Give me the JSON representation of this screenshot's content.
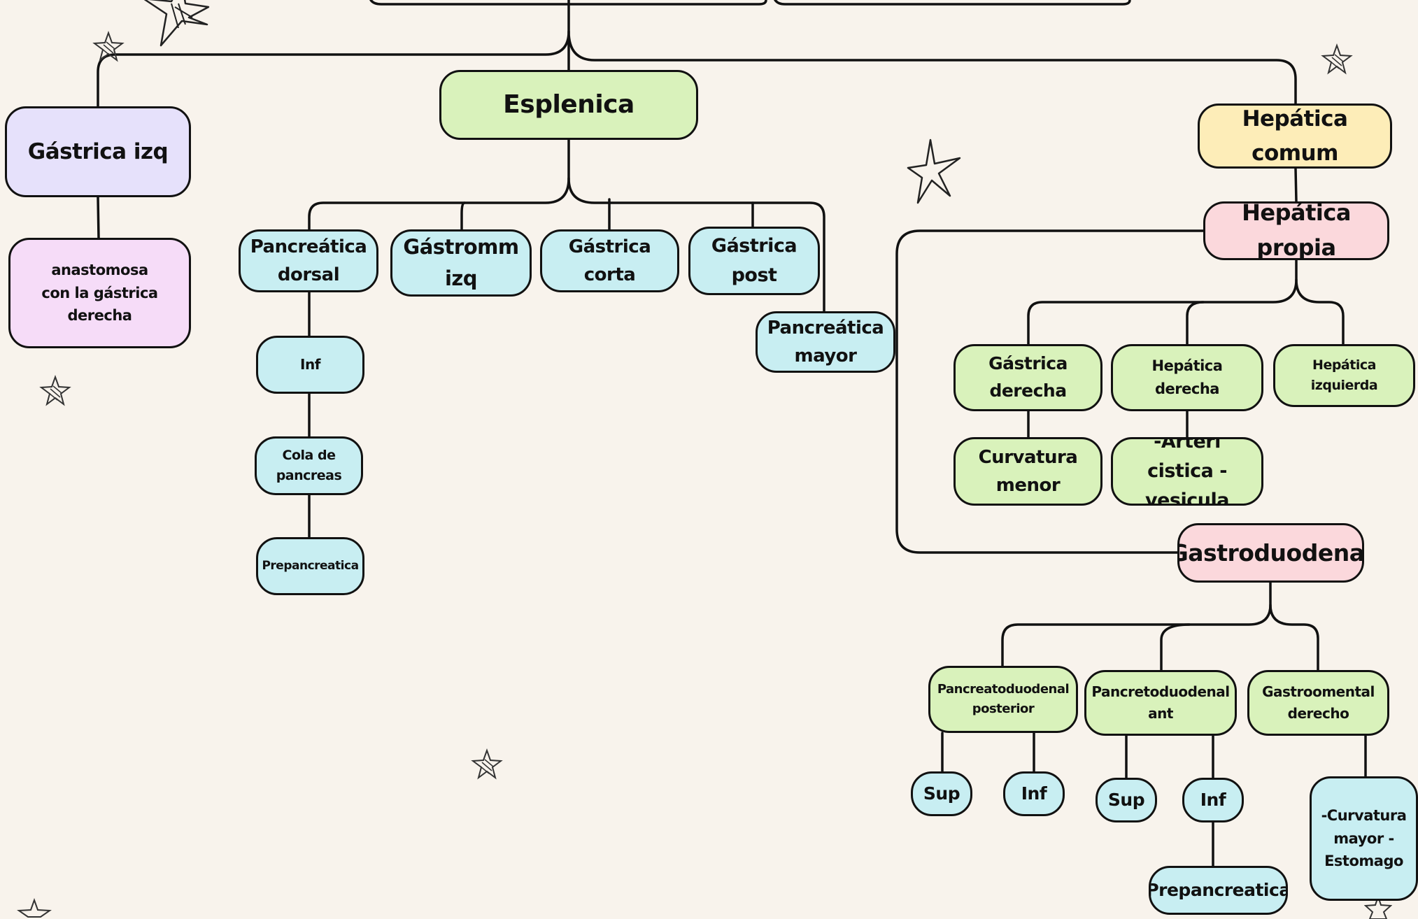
{
  "colors": {
    "background": "#f8f3ec",
    "lavender": "#e6e1fb",
    "pink": "#f6dcf8",
    "green": "#d9f2bb",
    "cyan": "#c8eef2",
    "yellow": "#fdedb8",
    "rose": "#fbd8dc",
    "outline": "#111111"
  },
  "nodes": {
    "gastrica_izq": "Gástrica izq",
    "anastomosa": "anastomosa con la gástrica derecha",
    "esplenica": "Esplenica",
    "pancreatica_dorsal": "Pancreática dorsal",
    "gastromm_izq": "Gástromm izq",
    "gastrica_corta": "Gástrica corta",
    "gastrica_post": "Gástrica post",
    "pancreatica_mayor": "Pancreática mayor",
    "inf_1": "Inf",
    "cola_de_pancreas": "Cola de pancreas",
    "prepancreatica_1": "Prepancreatica",
    "hepatica_comum": "Hepática comum",
    "hepatica_propia": "Hepática propia",
    "gastrica_derecha": "Gástrica derecha",
    "hepatica_derecha": "Hepática derecha",
    "hepatica_izquierda": "Hepática izquierda",
    "curvatura_menor": "Curvatura menor",
    "arteri_cistica": "-Arteri cistica -vesicula",
    "gastroduodenal": "Gastroduodenal",
    "pancreatoduodenal_posterior": "Pancreatoduodenal posterior",
    "pancretoduodenal_ant": "Pancretoduodenal ant",
    "gastroomental_derecho": "Gastroomental derecho",
    "sup_1": "Sup",
    "inf_2": "Inf",
    "sup_2": "Sup",
    "inf_3": "Inf",
    "prepancreatica_2": "Prepancreatica",
    "curvatura_mayor": "-Curvatura mayor -Estomago"
  }
}
